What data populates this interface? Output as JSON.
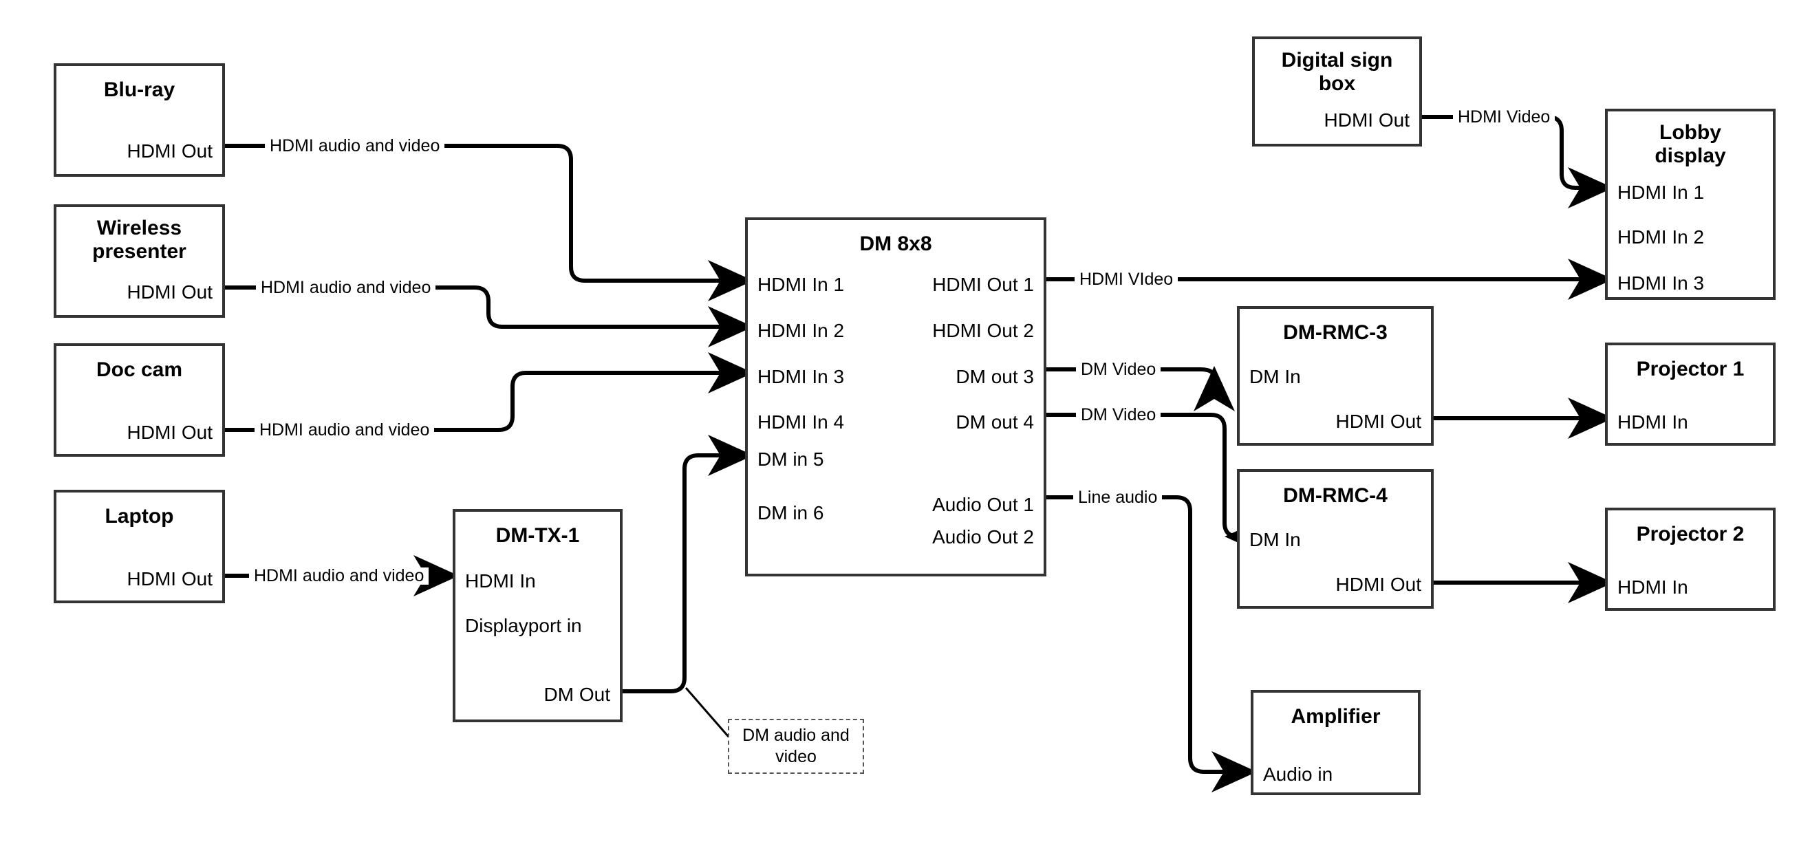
{
  "diagram": {
    "title": "AV signal flow diagram",
    "line_color": "#000000",
    "box_border_color": "#333333",
    "background_color": "#ffffff",
    "note_border_color": "#555555"
  },
  "nodes": {
    "bluray": {
      "title": "Blu-ray",
      "ports": {
        "hdmi_out": "HDMI Out"
      }
    },
    "wireless": {
      "title": "Wireless\npresenter",
      "ports": {
        "hdmi_out": "HDMI Out"
      }
    },
    "doccam": {
      "title": "Doc cam",
      "ports": {
        "hdmi_out": "HDMI Out"
      }
    },
    "laptop": {
      "title": "Laptop",
      "ports": {
        "hdmi_out": "HDMI Out"
      }
    },
    "dmtx1": {
      "title": "DM-TX-1",
      "ports": {
        "hdmi_in": "HDMI In",
        "displayport_in": "Displayport in",
        "dm_out": "DM Out"
      }
    },
    "dm8x8": {
      "title": "DM 8x8",
      "inputs": [
        "HDMI In 1",
        "HDMI In 2",
        "HDMI In 3",
        "HDMI In 4",
        "DM in 5",
        "DM in 6"
      ],
      "outputs": [
        "HDMI Out 1",
        "HDMI Out 2",
        "DM out 3",
        "DM out 4",
        "Audio Out 1",
        "Audio Out 2"
      ]
    },
    "digitalsign": {
      "title": "Digital sign\nbox",
      "ports": {
        "hdmi_out": "HDMI Out"
      }
    },
    "lobby": {
      "title": "Lobby\ndisplay",
      "inputs": [
        "HDMI In 1",
        "HDMI In 2",
        "HDMI In 3"
      ]
    },
    "rmc3": {
      "title": "DM-RMC-3",
      "ports": {
        "dm_in": "DM In",
        "hdmi_out": "HDMI Out"
      }
    },
    "rmc4": {
      "title": "DM-RMC-4",
      "ports": {
        "dm_in": "DM In",
        "hdmi_out": "HDMI Out"
      }
    },
    "projector1": {
      "title": "Projector 1",
      "ports": {
        "hdmi_in": "HDMI In"
      }
    },
    "projector2": {
      "title": "Projector 2",
      "ports": {
        "hdmi_in": "HDMI In"
      }
    },
    "amplifier": {
      "title": "Amplifier",
      "ports": {
        "audio_in": "Audio in"
      }
    }
  },
  "wire_labels": {
    "bluray_to_in1": "HDMI audio and video",
    "wireless_to_in2": "HDMI audio and video",
    "doccam_to_in3": "HDMI audio and video",
    "laptop_to_tx": "HDMI audio and video",
    "hdmiout1_to_lobby3": "HDMI VIdeo",
    "dmout3_to_rmc3": "DM Video",
    "dmout4_to_rmc4": "DM Video",
    "audioout1_to_amp": "Line audio",
    "sign_to_lobby1": "HDMI Video"
  },
  "notes": {
    "dm_audio_video": "DM audio and video"
  }
}
